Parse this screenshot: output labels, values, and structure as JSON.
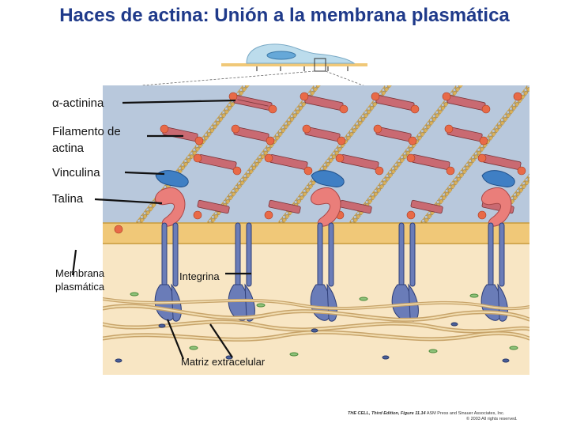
{
  "title": "Haces de actina: Unión a la membrana plasmática",
  "labels": {
    "alpha_actinin": "α-actinina",
    "actin_filament_line1": "Filamento de",
    "actin_filament_line2": "actina",
    "vinculin": "Vinculina",
    "talin": "Talina",
    "membrane_line1": "Membrana",
    "membrane_line2": "plasmática",
    "integrin": "Integrina",
    "ecm": "Matriz extracelular"
  },
  "credit": {
    "line1_italic": "THE CELL, Third Edition, Figure 11.14",
    "line1_rest": "ASM Press and Sinauer Associates, Inc.",
    "line2": "© 2003 All rights reserved."
  },
  "colors": {
    "title": "#1f3a8a",
    "cytoplasm": "#b8c8dc",
    "membrane": "#f0c878",
    "extracellular": "#f8e6c4",
    "actin_bead": "#d8b05a",
    "alpha_actinin": "#c96a72",
    "vinculin": "#3f7fc4",
    "talin": "#ea7e7a",
    "integrin": "#6a7cb8"
  }
}
